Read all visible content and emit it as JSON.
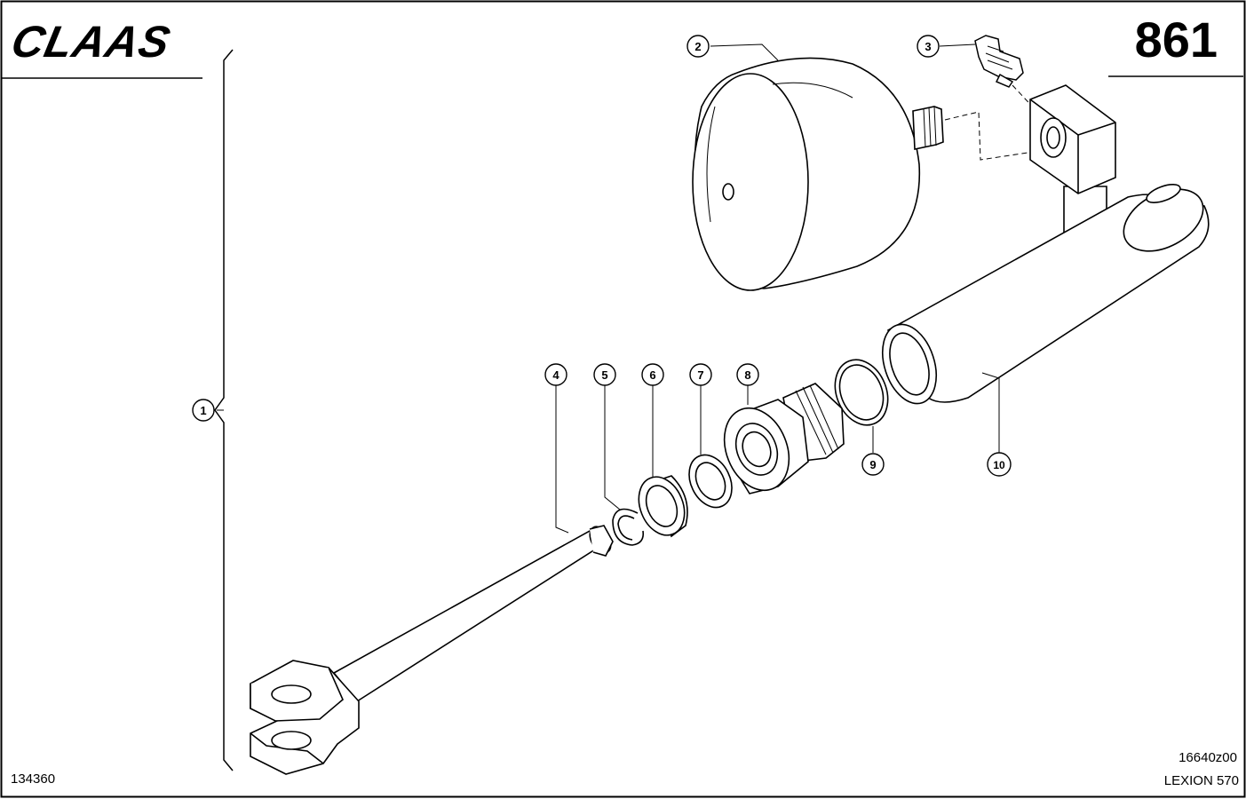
{
  "header": {
    "logo": "CLAAS",
    "page_number": "861"
  },
  "footer": {
    "doc_id": "134360",
    "ref_code": "16640z00",
    "model": "LEXION 570"
  },
  "callouts": [
    "1",
    "2",
    "3",
    "4",
    "5",
    "6",
    "7",
    "8",
    "9",
    "10"
  ],
  "colors": {
    "line": "#000000",
    "background": "#ffffff"
  }
}
